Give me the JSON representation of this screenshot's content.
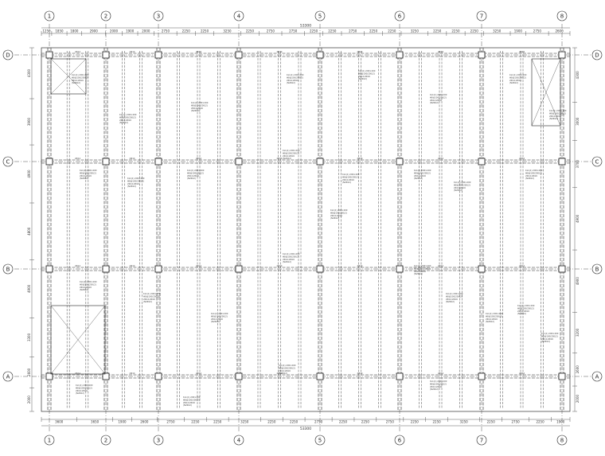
{
  "drawing": {
    "grid_columns": [
      "1",
      "2",
      "3",
      "4",
      "5",
      "6",
      "7",
      "8"
    ],
    "grid_rows": [
      "D",
      "C",
      "B",
      "A"
    ],
    "total_length": "53300",
    "top_dims": [
      "1250",
      "1850",
      "1800",
      "2900",
      "2000",
      "1900",
      "2000",
      "2750",
      "2250",
      "2250",
      "3250",
      "2250",
      "2750",
      "2750",
      "2250",
      "2250",
      "2750",
      "2250",
      "2250",
      "3250",
      "2250",
      "2250",
      "2250",
      "3250",
      "1900",
      "2750",
      "2600"
    ],
    "bottom_dims": [
      "3600",
      "3650",
      "1900",
      "2600",
      "2750",
      "2250",
      "2250",
      "3250",
      "2250",
      "2250",
      "2750",
      "2250",
      "2250",
      "2750",
      "2250",
      "2250",
      "3250",
      "2250",
      "2750",
      "2250",
      "1900"
    ],
    "left_dims": [
      "4300",
      "3900",
      "4900",
      "4800",
      "4900",
      "3300",
      "2600",
      "2000"
    ],
    "right_dims": [
      "4300",
      "3000",
      "3700",
      "4900",
      "4900",
      "3200",
      "2600",
      "2000"
    ],
    "beam_note_lines": [
      "KL1(1) 200×400",
      "Φ8@100/200(2)",
      "2Φ14;2Φ16",
      "(N2Φ12)"
    ],
    "beam_tag": "2Φ14"
  }
}
